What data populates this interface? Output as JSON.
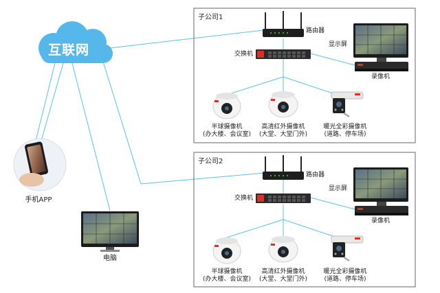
{
  "cloud": {
    "label": "互联网"
  },
  "clients": {
    "phone_label": "手机APP",
    "pc_label": "电脑"
  },
  "branches": [
    {
      "title": "子公司1",
      "router_label": "路由器",
      "switch_label": "交换机",
      "display_label": "显示屏",
      "nvr_label": "录像机",
      "cameras": [
        {
          "name": "半球摄像机",
          "location": "(办大楼、会议室)"
        },
        {
          "name": "高清红外摄像机",
          "location": "(大堂、大堂门外)"
        },
        {
          "name": "暖光全彩摄像机",
          "location": "(道路、停车场)"
        }
      ]
    },
    {
      "title": "子公司2",
      "router_label": "路由器",
      "switch_label": "交换机",
      "display_label": "显示屏",
      "nvr_label": "录像机",
      "cameras": [
        {
          "name": "半球摄像机",
          "location": "(办大楼、会议室)"
        },
        {
          "name": "高清红外摄像机",
          "location": "(大堂、大堂门外)"
        },
        {
          "name": "暖光全彩摄像机",
          "location": "(道路、停车场)"
        }
      ]
    }
  ],
  "colors": {
    "link": "#5bc0e8",
    "cloud": "#56b8ea",
    "frame": "#666666",
    "accent_red": "#d9302a"
  }
}
